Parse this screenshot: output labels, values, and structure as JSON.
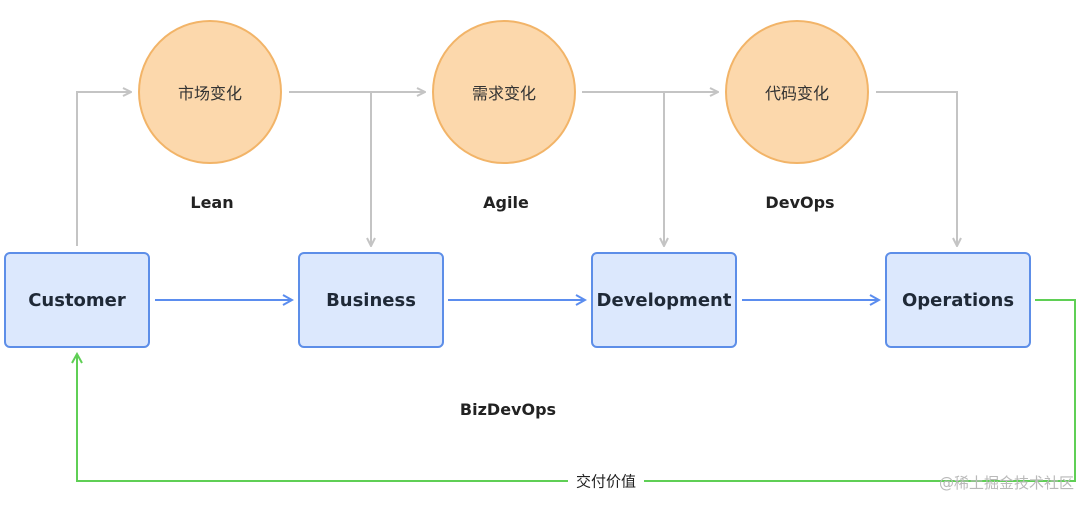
{
  "colors": {
    "circle_fill": "#fcd8ac",
    "circle_stroke": "#f2b468",
    "box_fill": "#dce8fd",
    "box_stroke": "#5d8ee8",
    "gray_arrow": "#c4c4c4",
    "blue_arrow": "#5b8def",
    "green_loop": "#5fcf55"
  },
  "changes": [
    {
      "label": "市场变化"
    },
    {
      "label": "需求变化"
    },
    {
      "label": "代码变化"
    }
  ],
  "phases": [
    {
      "label": "Lean"
    },
    {
      "label": "Agile"
    },
    {
      "label": "DevOps"
    }
  ],
  "stages": [
    {
      "label": "Customer"
    },
    {
      "label": "Business"
    },
    {
      "label": "Development"
    },
    {
      "label": "Operations"
    }
  ],
  "overall_label": "BizDevOps",
  "loop_label": "交付价值",
  "watermark": "@稀土掘金技术社区"
}
